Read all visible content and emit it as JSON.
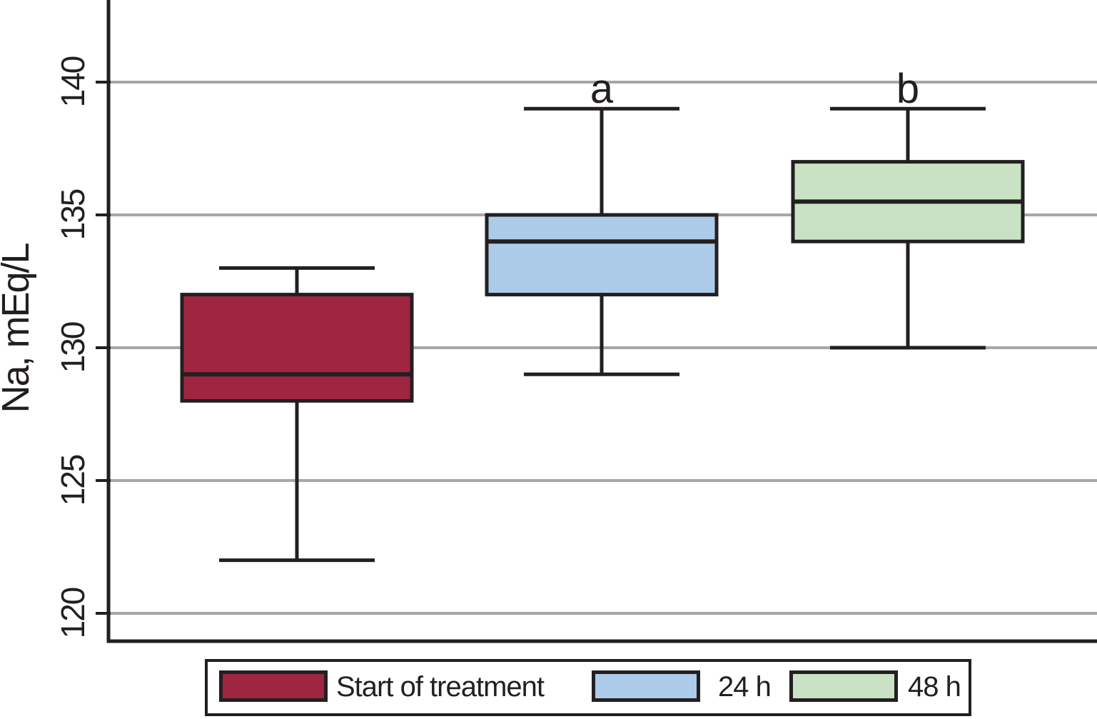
{
  "chart_data": {
    "type": "boxplot",
    "title": "",
    "xlabel": "",
    "ylabel": "Na, mEq/L",
    "ylim": [
      119,
      143.2
    ],
    "yticks": [
      120,
      125,
      130,
      135,
      140
    ],
    "grid": "horizontal",
    "legend_position": "bottom",
    "series": [
      {
        "name": "Start of treatment",
        "color": "#A02540",
        "whisker_low": 122,
        "q1": 128,
        "median": 129,
        "q3": 132,
        "whisker_high": 133,
        "annotation": ""
      },
      {
        "name": "24 h",
        "color": "#ABCBE9",
        "whisker_low": 129,
        "q1": 132,
        "median": 134,
        "q3": 135,
        "whisker_high": 139,
        "annotation": "a"
      },
      {
        "name": "48 h",
        "color": "#C9E2C4",
        "whisker_low": 130,
        "q1": 134,
        "median": 135.5,
        "q3": 137,
        "whisker_high": 139,
        "annotation": "b"
      }
    ]
  },
  "axis": {
    "y_title": "Na, mEq/L",
    "y_tick_labels": [
      "120",
      "125",
      "130",
      "135",
      "140"
    ]
  },
  "annotations": {
    "series_24h": "a",
    "series_48h": "b"
  },
  "legend": {
    "items": [
      {
        "label": "Start of treatment",
        "color": "#A02540"
      },
      {
        "label": "24 h",
        "color": "#ABCBE9"
      },
      {
        "label": "48 h",
        "color": "#C9E2C4"
      }
    ]
  },
  "colors": {
    "line": "#231F20",
    "grid": "#A7A7A7",
    "background": "#FFFFFF"
  }
}
